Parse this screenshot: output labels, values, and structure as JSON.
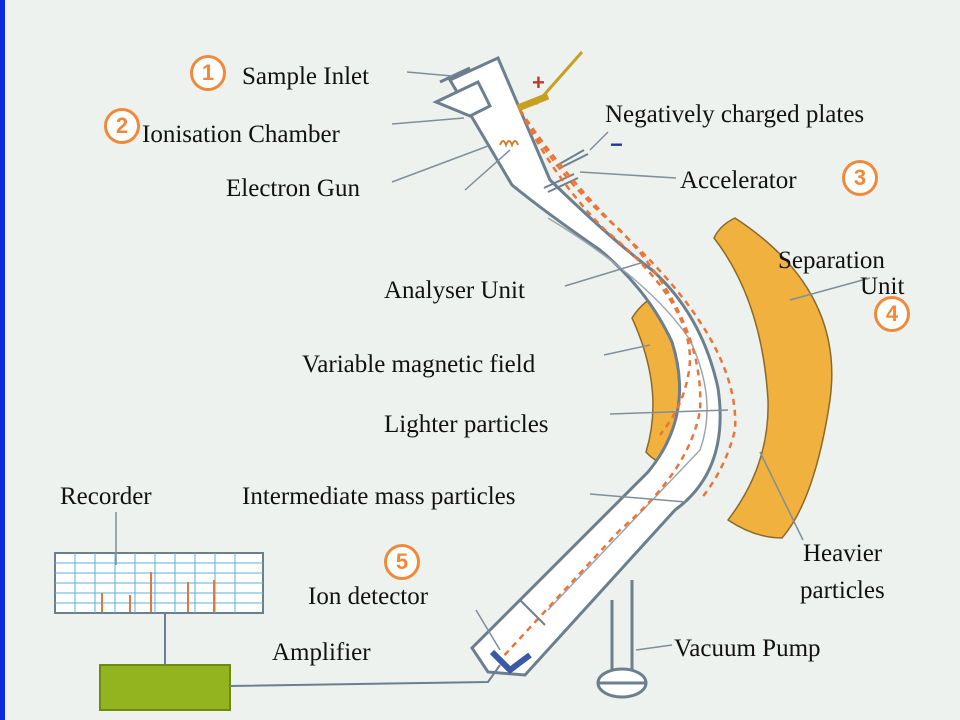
{
  "labels": {
    "sample_inlet": "Sample Inlet",
    "ionisation_chamber": "Ionisation Chamber",
    "electron_gun": "Electron Gun",
    "negative_plates": "Negatively charged plates",
    "accelerator": "Accelerator",
    "separation_line1": "Separation",
    "separation_line2": "Unit",
    "analyser_unit": "Analyser Unit",
    "variable_magnetic_field": "Variable magnetic field",
    "lighter_particles": "Lighter particles",
    "recorder": "Recorder",
    "intermediate_mass_particles": "Intermediate mass particles",
    "heavier_line1": "Heavier",
    "heavier_line2": "particles",
    "ion_detector": "Ion detector",
    "amplifier": "Amplifier",
    "vacuum_pump": "Vacuum Pump"
  },
  "steps": {
    "s1": "1",
    "s2": "2",
    "s3": "3",
    "s4": "4",
    "s5": "5"
  },
  "signs": {
    "plus": "+",
    "minus": "−"
  },
  "colors": {
    "tube_stroke": "#6c7f8e",
    "tube_fill": "#ffffff",
    "magnet_fill": "#f0b13f",
    "magnet_stroke": "#8a6a2a",
    "beam": "#e8763a",
    "badge": "#f08a3a",
    "amplifier_fill": "#93b41e",
    "recorder_grid": "#5ab0d8",
    "recorder_peak": "#e8763a",
    "leader": "#7f8f99",
    "positive_plate": "#c8a020",
    "detector": "#3a5aa8",
    "left_edge": "#0a2ad8"
  }
}
